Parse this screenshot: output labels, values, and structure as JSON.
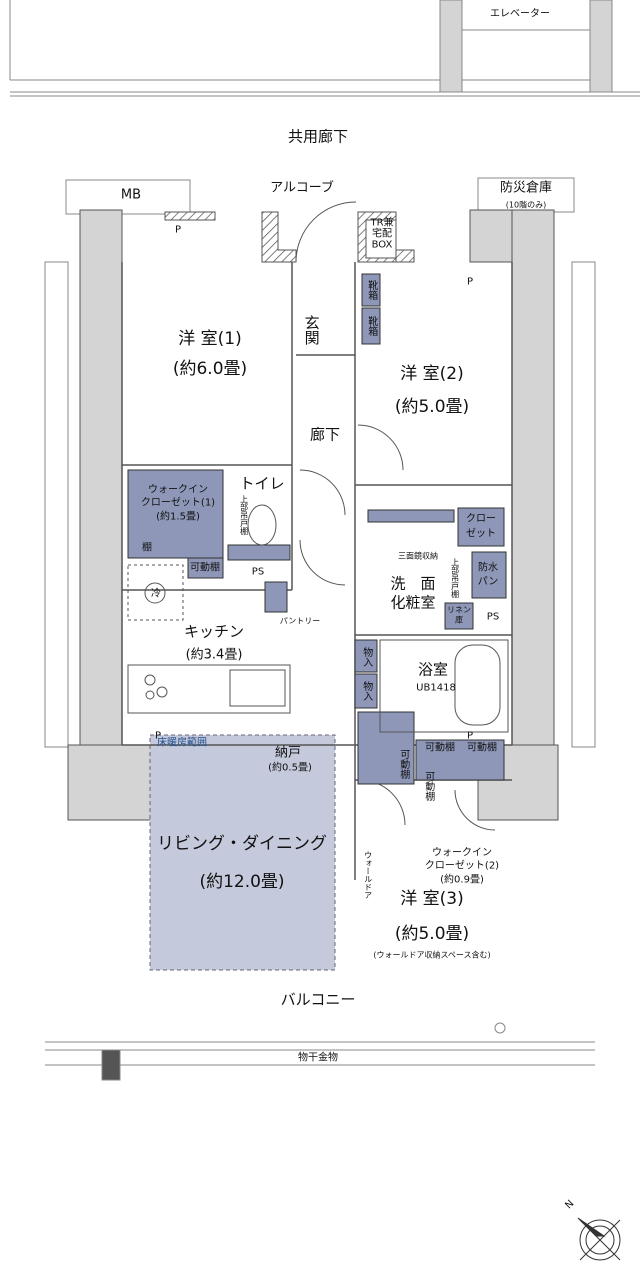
{
  "colors": {
    "storage_fill": "#8e97b8",
    "floor_heating_fill": "#c5c9dc",
    "pillar_fill": "#d4d4d4",
    "wall_hatch": "#555555",
    "floor_heating_label": "#1f4e8c"
  },
  "labels": {
    "elevator": "エレベーター",
    "common_corridor": "共用廊下",
    "mb": "MB",
    "alcove": "アルコーブ",
    "disaster_storage": "防災倉庫",
    "disaster_storage_note": "(10階のみ)",
    "tr_box": [
      "TR兼",
      "宅配",
      "BOX"
    ],
    "shoe_box": "靴箱",
    "entrance": "玄関",
    "room1": {
      "name": "洋 室(1)",
      "size": "(約6.0畳)"
    },
    "room2": {
      "name": "洋 室(2)",
      "size": "(約5.0畳)"
    },
    "hallway": "廊下",
    "wic1": {
      "name1": "ウォークイン",
      "name2": "クローゼット(1)",
      "size": "(約1.5畳)"
    },
    "shelf": "棚",
    "movable_shelf": "可動棚",
    "toilet": "トイレ",
    "upper_cabinet": "上部吊戸棚",
    "closet": [
      "クロー",
      "ゼット"
    ],
    "mirror_storage": "三面鏡収納",
    "waterproof_pan": [
      "防水",
      "パン"
    ],
    "washroom": [
      "洗　面",
      "化粧室"
    ],
    "linen": [
      "リネン",
      "庫"
    ],
    "ps": "PS",
    "fridge": "冷",
    "pantry": "パントリー",
    "kitchen": {
      "name": "キッチン",
      "size": "(約3.4畳)"
    },
    "storage": "物入",
    "bathroom": {
      "name": "浴室",
      "model": "UB1418"
    },
    "floor_heating": "床暖房範囲",
    "closet_room": {
      "name": "納戸",
      "size": "(約0.5畳)"
    },
    "living": {
      "name": "リビング・ダイニング",
      "size": "(約12.0畳)"
    },
    "wic2": {
      "name1": "ウォークイン",
      "name2": "クローゼット(2)",
      "size": "(約0.9畳)"
    },
    "room3": {
      "name": "洋 室(3)",
      "size": "(約5.0畳)",
      "note": "(ウォールドア収納スペース含む)"
    },
    "wall_door": "ウォールドア",
    "balcony": "バルコニー",
    "drying_hardware": "物干金物",
    "pipe": "P",
    "north": "N"
  }
}
